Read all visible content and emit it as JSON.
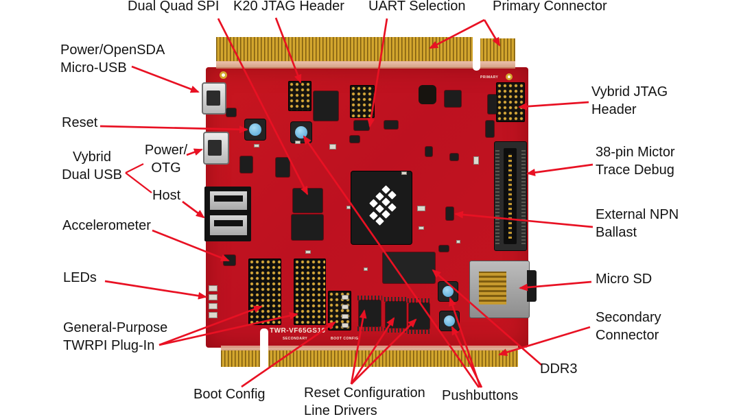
{
  "callouts": {
    "dual_quad_spi": {
      "text": "Dual Quad SPI"
    },
    "k20_jtag_header": {
      "text": "K20 JTAG Header"
    },
    "uart_selection": {
      "text": "UART Selection"
    },
    "primary_connector": {
      "text": "Primary Connector"
    },
    "power_opensda_micro_usb": {
      "text": "Power/OpenSDA\nMicro-USB"
    },
    "reset": {
      "text": "Reset"
    },
    "vybrid_dual_usb": {
      "text": "Vybrid\nDual USB"
    },
    "power_otg": {
      "text": "Power/\nOTG"
    },
    "host": {
      "text": "Host"
    },
    "accelerometer": {
      "text": "Accelerometer"
    },
    "leds": {
      "text": "LEDs"
    },
    "general_purpose_twrpi": {
      "text": "General-Purpose\nTWRPI Plug-In"
    },
    "vybrid_jtag_header": {
      "text": "Vybrid JTAG\nHeader"
    },
    "mictor_trace_debug": {
      "text": "38-pin Mictor\nTrace Debug"
    },
    "external_npn_ballast": {
      "text": "External NPN\nBallast"
    },
    "micro_sd": {
      "text": "Micro SD"
    },
    "secondary_connector": {
      "text": "Secondary\nConnector"
    },
    "ddr3": {
      "text": "DDR3"
    },
    "boot_config": {
      "text": "Boot Config"
    },
    "reset_config_line_drivers": {
      "text": "Reset Configuration\nLine Drivers"
    },
    "pushbuttons": {
      "text": "Pushbuttons"
    }
  },
  "board": {
    "silkscreen": {
      "part_number": "TWR-VF65GS10",
      "secondary": "SECONDARY",
      "boot_config": "BOOT CONFIG",
      "primary": "PRIMARY"
    }
  },
  "colors": {
    "arrow_red": "#e81123",
    "pcb_red": "#c4141f",
    "gold": "#d3a62e",
    "label_text": "#131313",
    "background": "#ffffff"
  }
}
